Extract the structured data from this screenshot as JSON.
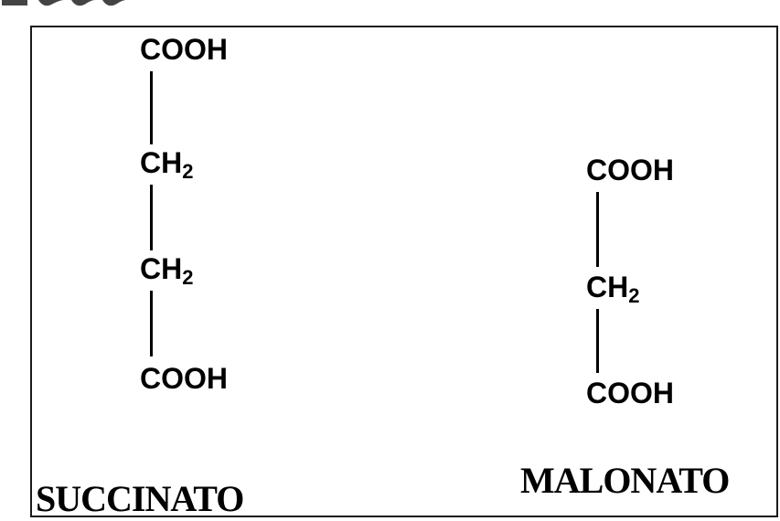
{
  "succinato": {
    "name": "SUCCINATO",
    "groups": [
      {
        "main": "COOH",
        "sub": ""
      },
      {
        "main": "CH",
        "sub": "2"
      },
      {
        "main": "CH",
        "sub": "2"
      },
      {
        "main": "COOH",
        "sub": ""
      }
    ]
  },
  "malonato": {
    "name": "MALONATO",
    "groups": [
      {
        "main": "COOH",
        "sub": ""
      },
      {
        "main": "CH",
        "sub": "2"
      },
      {
        "main": "COOH",
        "sub": ""
      }
    ]
  },
  "colors": {
    "ink": "#000000",
    "frame": "#1a1a1a",
    "background": "#ffffff"
  }
}
